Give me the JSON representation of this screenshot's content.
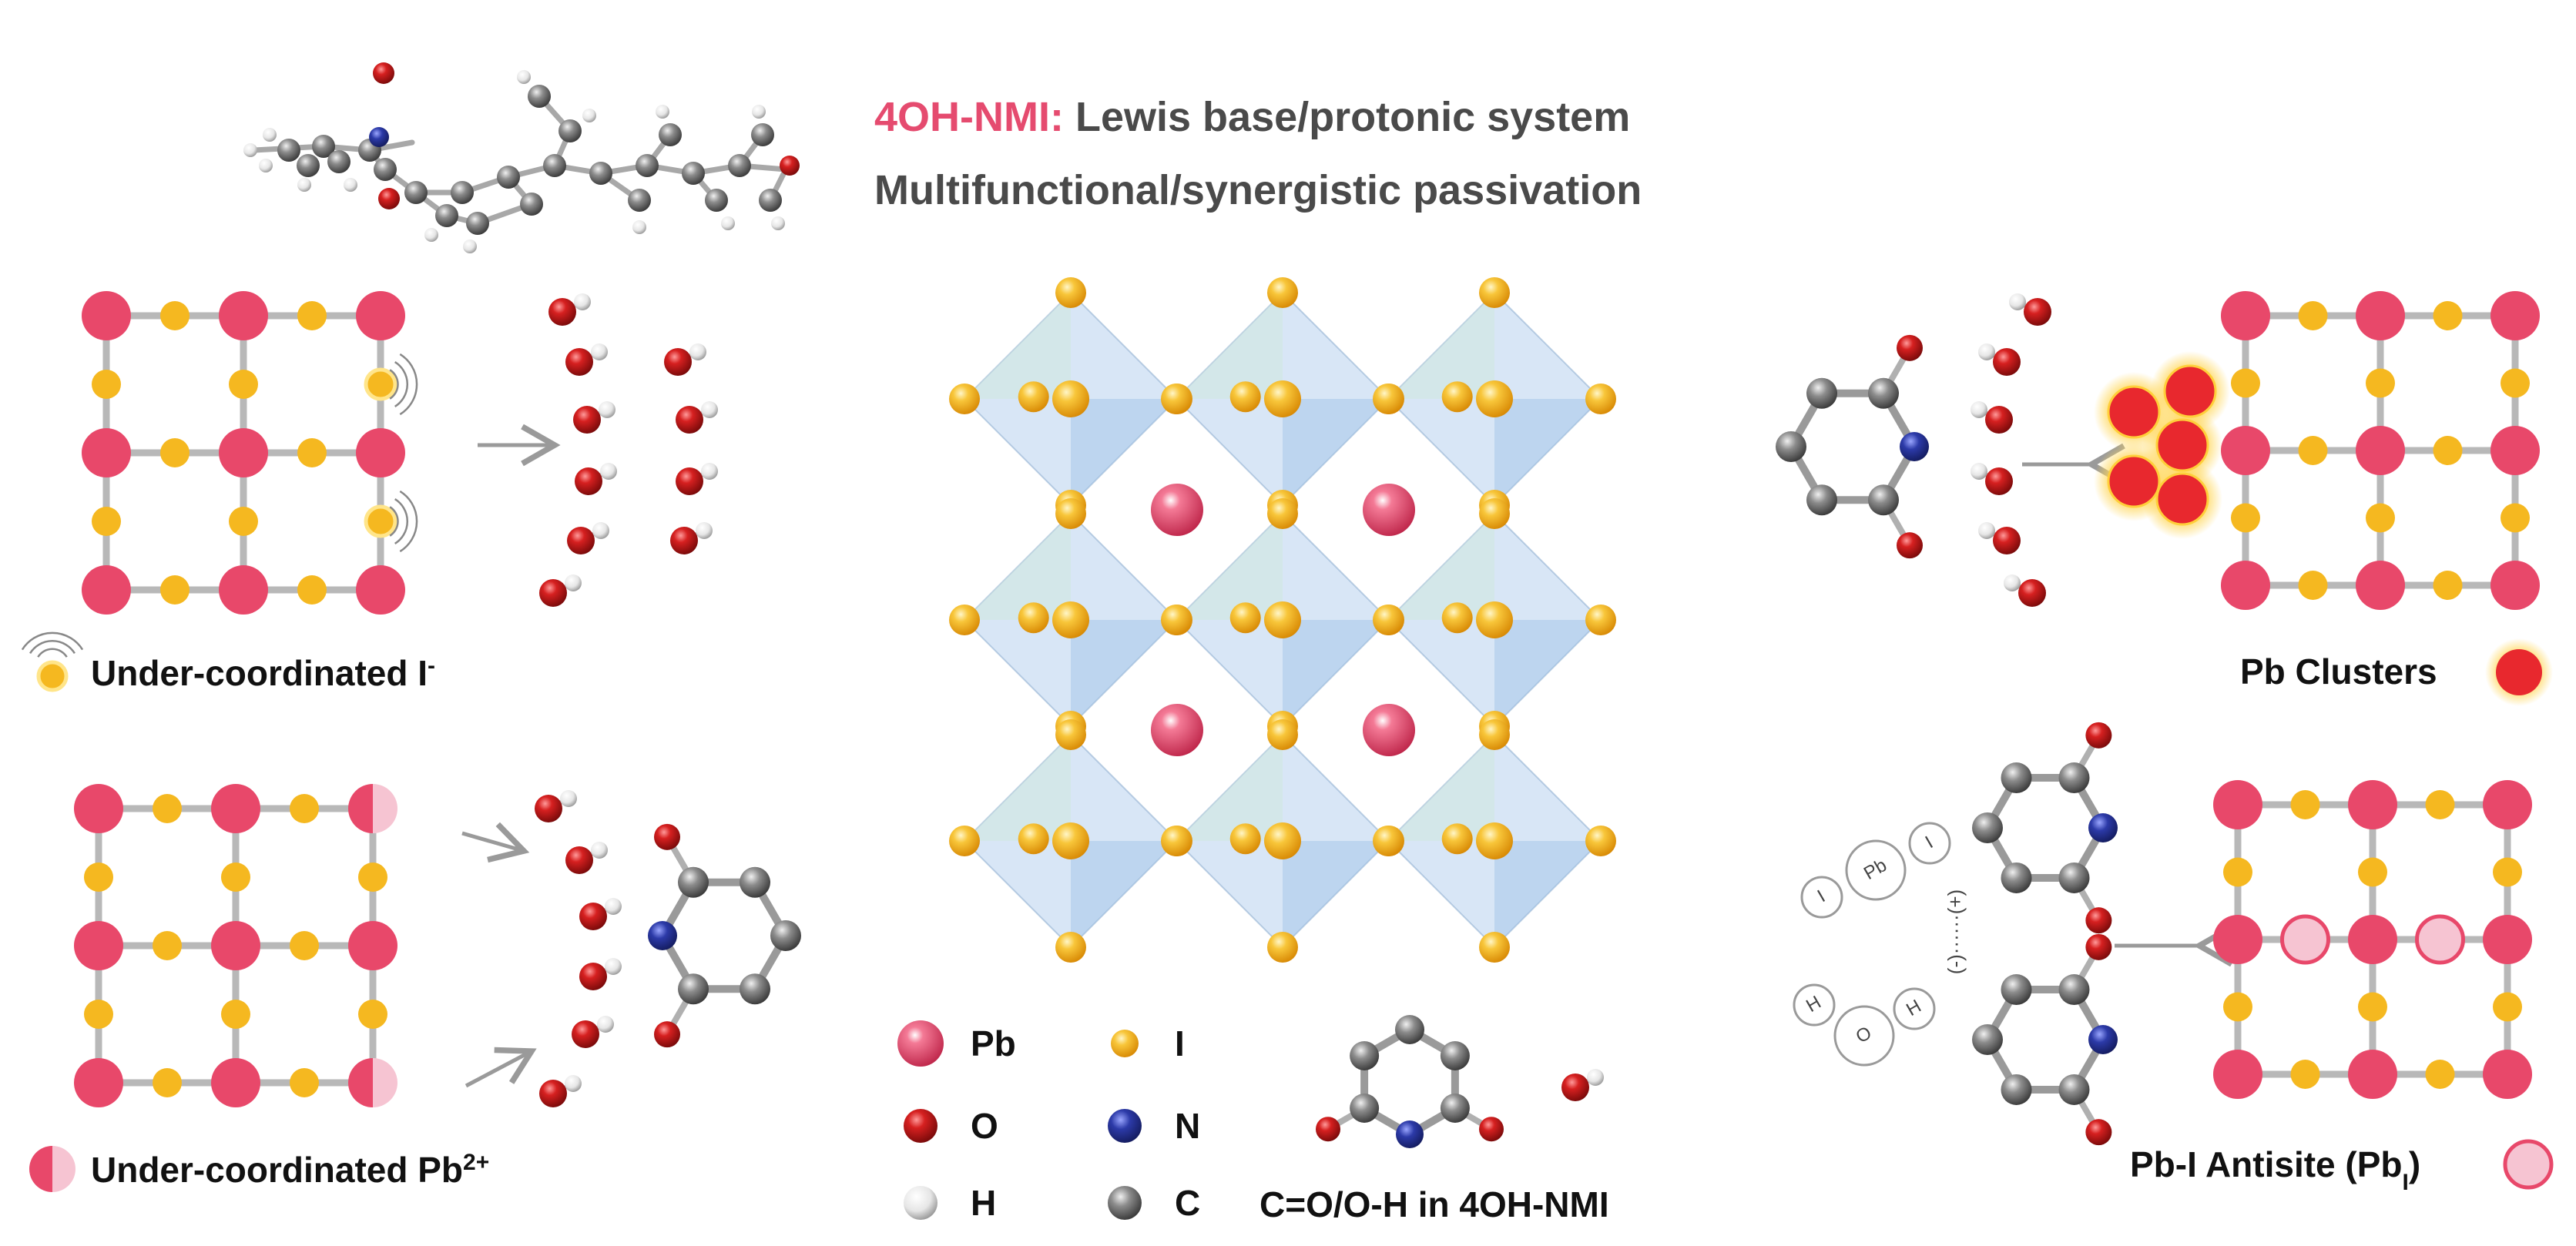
{
  "header": {
    "compound_name": "4OH-NMI:",
    "role_text": " Lewis base/protonic system",
    "subtitle": "Multifunctional/synergistic passivation"
  },
  "panels": {
    "under_coordinated_iodide": {
      "label": "Under-coordinated I",
      "sup": "-"
    },
    "under_coordinated_pb": {
      "label": "Under-coordinated Pb",
      "sup": "2+"
    },
    "pb_clusters": {
      "label": "Pb Clusters"
    },
    "pb_i_antisite": {
      "label": "Pb-I Antisite (Pb",
      "sub": "I",
      "close": ")"
    }
  },
  "interaction_scheme": {
    "top": [
      "I",
      "Pb",
      "I"
    ],
    "bottom": [
      "H",
      "O",
      "H"
    ],
    "charge_text": "(-)······(+)"
  },
  "legend": {
    "items": [
      {
        "symbol": "Pb",
        "color": "#e8486a"
      },
      {
        "symbol": "I",
        "color": "#f5b820"
      },
      {
        "symbol": "O",
        "color": "#c8161d"
      },
      {
        "symbol": "N",
        "color": "#2b3a9a"
      },
      {
        "symbol": "H",
        "color": "#e8e8e8"
      },
      {
        "symbol": "C",
        "color": "#7a7a7a"
      }
    ],
    "molecule_caption": "C=O/O-H in 4OH-NMI"
  },
  "colors": {
    "pb": "#e8486a",
    "pb_light": "#f6c4d2",
    "iodide": "#f5b820",
    "oxygen": "#c8161d",
    "nitrogen": "#2b3a9a",
    "carbon": "#7a7a7a",
    "hydrogen": "#e8e8e8",
    "bond": "#b8b8b8",
    "octahedron": "#a9c8ea",
    "accent": "#e54b6f"
  }
}
